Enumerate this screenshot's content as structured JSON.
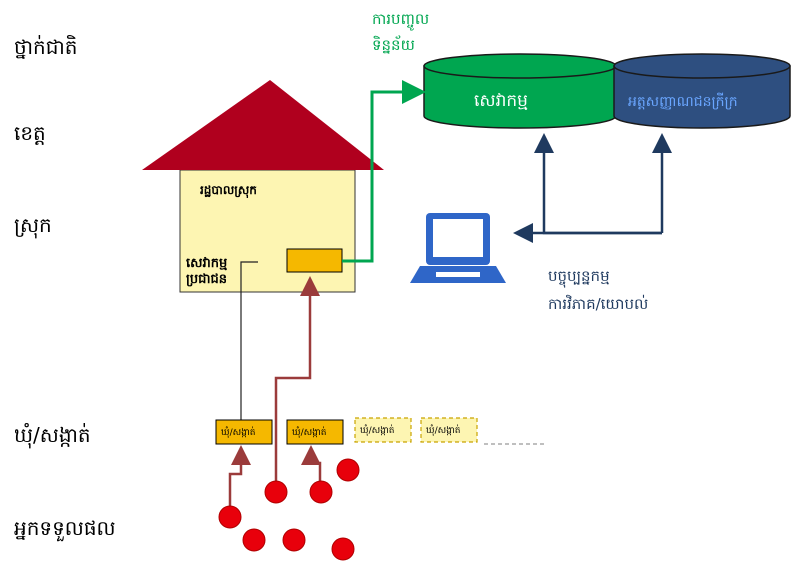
{
  "levels": {
    "national": "ថ្នាក់ជាតិ",
    "province": "ខេត្ត",
    "district": "ស្រុក",
    "commune": "ឃុំ/សង្កាត់",
    "beneficiary": "អ្នកទទួលផល"
  },
  "top_label": {
    "line1": "ការបញ្ចូល",
    "line2": "ទិន្នន័យ"
  },
  "db_service": "សេវាកម្ម",
  "db_archive": "អត្តសញ្ញាណជនក្រីក្រ",
  "house_title": "រដ្ឋបាលស្រុក",
  "house_service": {
    "line1": "សេវាកម្ម",
    "line2": "ប្រជាជន"
  },
  "commune_box_label": "ឃុំ/សង្កាត់",
  "analysis": {
    "line1": "បច្ចុប្បន្នកម្ម",
    "line2": "ការវិភាគ/យោបល់"
  },
  "colors": {
    "roof": "#b0001e",
    "house": "#fdf5b2",
    "service_green": "#00a650",
    "archive_blue": "#2e4f80",
    "orange_box": "#f5b800",
    "dark_arrow": "#1f3a5f",
    "brown_arrow": "#9b3b3b",
    "beneficiary": "#e8000b"
  }
}
